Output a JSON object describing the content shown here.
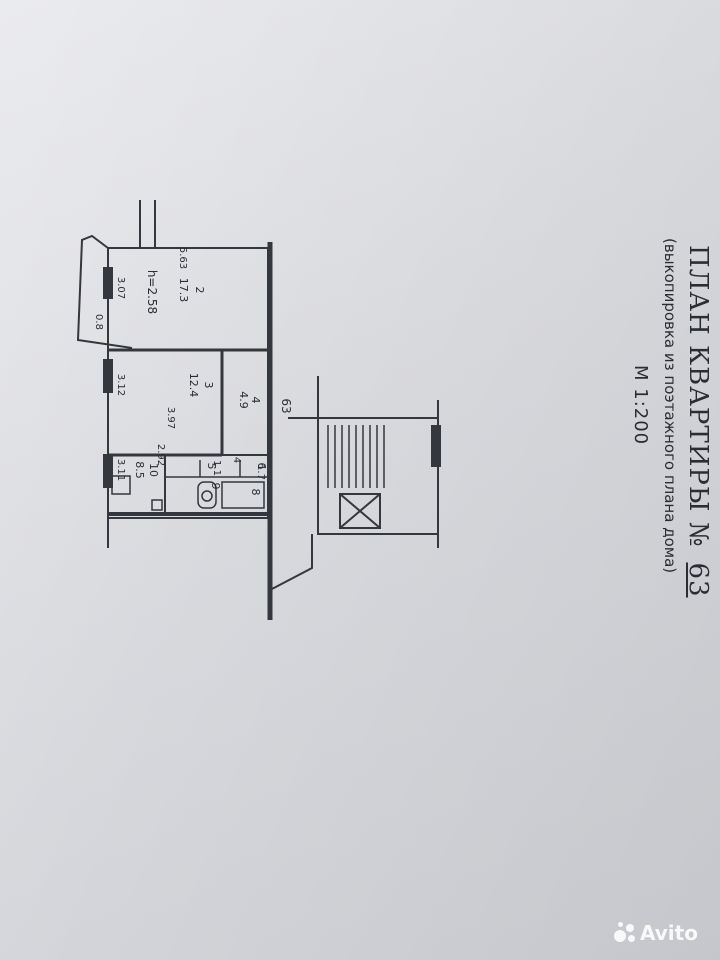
{
  "document": {
    "title": "ПЛАН КВАРТИРЫ №",
    "number": "63",
    "subtitle": "(выкопировка из поэтажного плана дома)",
    "scale": "М 1:200"
  },
  "rooms": [
    {
      "id": "2",
      "area": "17.3"
    },
    {
      "id": "3",
      "area": "12.4"
    },
    {
      "id": "4",
      "area": "4.9"
    },
    {
      "id": "10",
      "area": "8.5"
    },
    {
      "id": "5",
      "area": ""
    },
    {
      "id": "6",
      "area": ""
    },
    {
      "id": "9",
      "area": ""
    },
    {
      "id": "8",
      "area": ""
    }
  ],
  "dimensions": {
    "ceiling_height": "h=2.58",
    "top_width": "5.63",
    "balcony_depth": "0.8",
    "room2_window": "3.07",
    "room3_window": "3.12",
    "room10_window": "3.11",
    "room3_depth": "3.97",
    "room10_depth": "2.92",
    "corridor": "4",
    "bath_a": "1.7",
    "bath_b": "1.1",
    "landing": "63"
  },
  "watermark": {
    "text": "Avito"
  }
}
